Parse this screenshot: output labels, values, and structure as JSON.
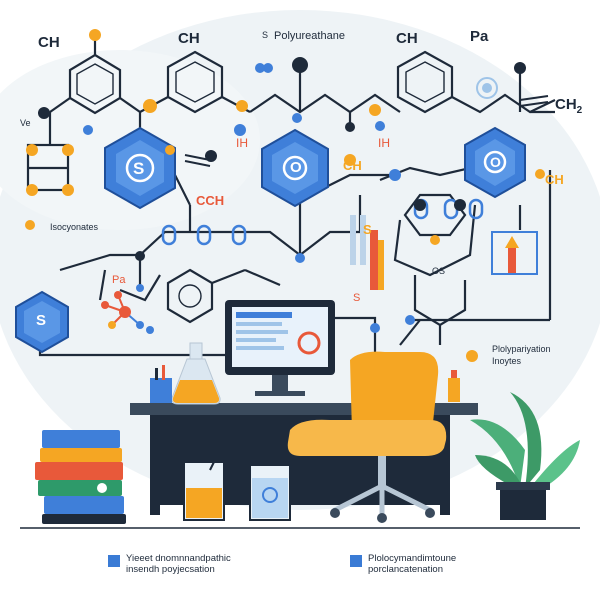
{
  "labels": {
    "ch_top_left": "CH",
    "ch_top_center": "CH",
    "polyurethane": "Polyureathane",
    "polyurethane_prefix": "S",
    "ch_top_right": "CH",
    "pa": "Pa",
    "ch2": "CH",
    "ch2_sub": "2",
    "left_small": "Ve",
    "ih_left": "IH",
    "ih_center": "IH",
    "ch_mid_center": "CH",
    "ch_right": "CH",
    "cch": "CCH",
    "isocyanates": "Isocyonates",
    "pa_mid": "Pa",
    "s_mid": "S",
    "s_orange": "S",
    "os": "OS",
    "polymerization_1": "Plolypariyation",
    "polymerization_2": "Inoytes",
    "hex_s_large": "S",
    "hex_o_center": "O",
    "hex_o_right": "O",
    "hex_s_left": "S"
  },
  "legend": [
    {
      "line1": "Yieeet dnomnnandpathic",
      "line2": "insendh poyjecsation",
      "color": "#3a7bd5"
    },
    {
      "line1": "Plolocymandimtoune",
      "line2": "porclancatenation",
      "color": "#3a7bd5"
    }
  ],
  "colors": {
    "blue_hex": "#3f7fd9",
    "dark_line": "#1e2a3a",
    "orange": "#f5a623",
    "chair": "#f7a733",
    "monitor_screen": "#5aa0e8",
    "plant": "#4caf7a"
  }
}
